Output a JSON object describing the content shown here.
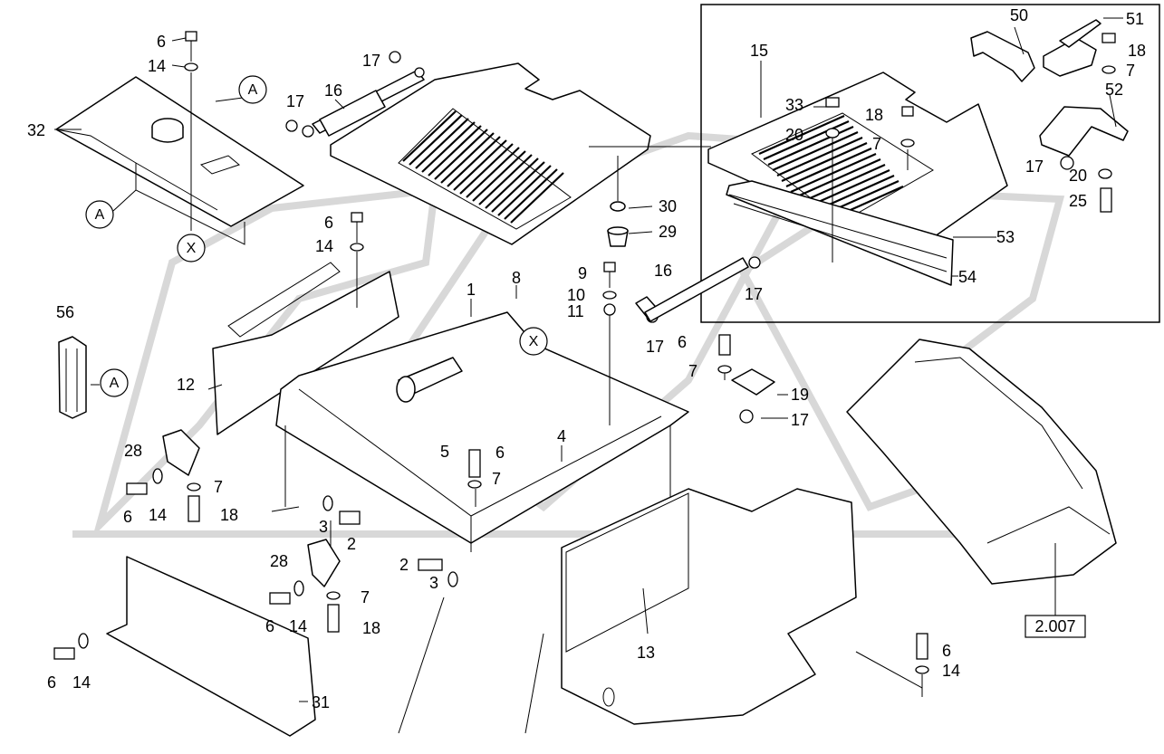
{
  "diagram": {
    "reference_label": "2.007",
    "callouts": [
      {
        "id": "A",
        "text": "A"
      },
      {
        "id": "A2",
        "text": "A"
      },
      {
        "id": "A3",
        "text": "A"
      },
      {
        "id": "X",
        "text": "X"
      },
      {
        "id": "X2",
        "text": "X"
      }
    ],
    "parts": [
      {
        "key": "p6a",
        "text": "6"
      },
      {
        "key": "p14a",
        "text": "14"
      },
      {
        "key": "p32",
        "text": "32"
      },
      {
        "key": "p17a",
        "text": "17"
      },
      {
        "key": "p16a",
        "text": "16"
      },
      {
        "key": "p17b",
        "text": "17"
      },
      {
        "key": "p15",
        "text": "15"
      },
      {
        "key": "p50",
        "text": "50"
      },
      {
        "key": "p51",
        "text": "51"
      },
      {
        "key": "p18a",
        "text": "18"
      },
      {
        "key": "p7a",
        "text": "7"
      },
      {
        "key": "p52",
        "text": "52"
      },
      {
        "key": "p33",
        "text": "33"
      },
      {
        "key": "p18b",
        "text": "18"
      },
      {
        "key": "p20a",
        "text": "20"
      },
      {
        "key": "p7b",
        "text": "7"
      },
      {
        "key": "p17c",
        "text": "17"
      },
      {
        "key": "p20b",
        "text": "20"
      },
      {
        "key": "p25",
        "text": "25"
      },
      {
        "key": "p53",
        "text": "53"
      },
      {
        "key": "p54",
        "text": "54"
      },
      {
        "key": "p30",
        "text": "30"
      },
      {
        "key": "p29",
        "text": "29"
      },
      {
        "key": "p6b",
        "text": "6"
      },
      {
        "key": "p14b",
        "text": "14"
      },
      {
        "key": "p9",
        "text": "9"
      },
      {
        "key": "p10",
        "text": "10"
      },
      {
        "key": "p11",
        "text": "11"
      },
      {
        "key": "p16b",
        "text": "16"
      },
      {
        "key": "p17d",
        "text": "17"
      },
      {
        "key": "p17e",
        "text": "17"
      },
      {
        "key": "p8",
        "text": "8"
      },
      {
        "key": "p1",
        "text": "1"
      },
      {
        "key": "p56",
        "text": "56"
      },
      {
        "key": "p12",
        "text": "12"
      },
      {
        "key": "p6c",
        "text": "6"
      },
      {
        "key": "p7c",
        "text": "7"
      },
      {
        "key": "p19",
        "text": "19"
      },
      {
        "key": "p17f",
        "text": "17"
      },
      {
        "key": "p28a",
        "text": "28"
      },
      {
        "key": "p4",
        "text": "4"
      },
      {
        "key": "p5",
        "text": "5"
      },
      {
        "key": "p6d",
        "text": "6"
      },
      {
        "key": "p7d",
        "text": "7"
      },
      {
        "key": "p7e",
        "text": "7"
      },
      {
        "key": "p6e",
        "text": "6"
      },
      {
        "key": "p14c",
        "text": "14"
      },
      {
        "key": "p18c",
        "text": "18"
      },
      {
        "key": "p3a",
        "text": "3"
      },
      {
        "key": "p2a",
        "text": "2"
      },
      {
        "key": "p28b",
        "text": "28"
      },
      {
        "key": "p2b",
        "text": "2"
      },
      {
        "key": "p3b",
        "text": "3"
      },
      {
        "key": "p7f",
        "text": "7"
      },
      {
        "key": "p6f",
        "text": "6"
      },
      {
        "key": "p14d",
        "text": "14"
      },
      {
        "key": "p18d",
        "text": "18"
      },
      {
        "key": "p13",
        "text": "13"
      },
      {
        "key": "p6g",
        "text": "6"
      },
      {
        "key": "p14e",
        "text": "14"
      },
      {
        "key": "p6h",
        "text": "6"
      },
      {
        "key": "p14f",
        "text": "14"
      },
      {
        "key": "p31",
        "text": "31"
      }
    ]
  }
}
